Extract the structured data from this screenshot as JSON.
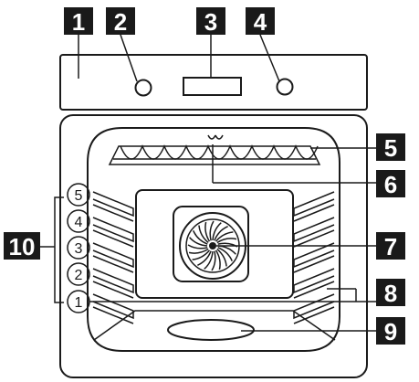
{
  "callouts": {
    "c1": "1",
    "c2": "2",
    "c3": "3",
    "c4": "4",
    "c5": "5",
    "c6": "6",
    "c7": "7",
    "c8": "8",
    "c9": "9",
    "c10": "10"
  },
  "shelf_levels": [
    "5",
    "4",
    "3",
    "2",
    "1"
  ],
  "colors": {
    "callout_bg": "#1a1a1a",
    "callout_text": "#ffffff",
    "outline": "#1a1a1a"
  }
}
